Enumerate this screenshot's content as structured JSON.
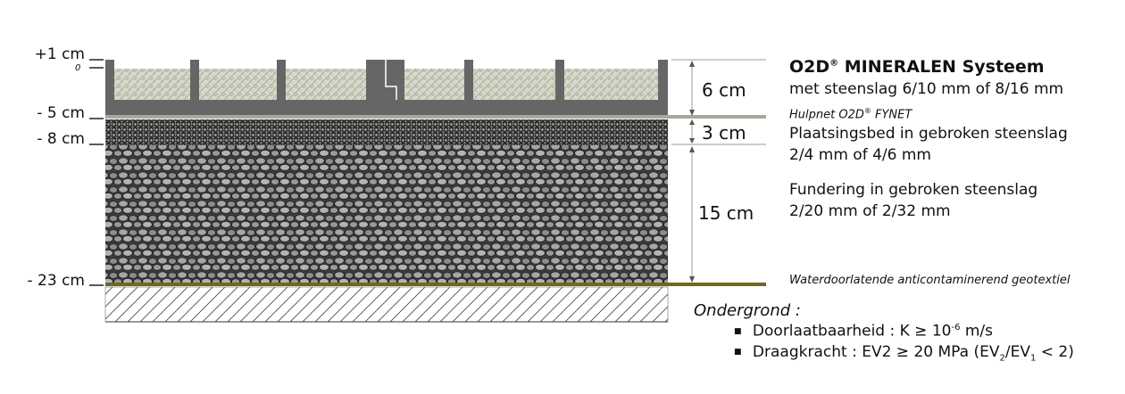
{
  "levels": {
    "plus1": "+1 cm",
    "zero": "0",
    "minus5": "- 5 cm",
    "minus8": "- 8 cm",
    "minus23": "- 23 cm"
  },
  "thickness": {
    "top": "6 cm",
    "bed": "3 cm",
    "foundation": "15 cm"
  },
  "system": {
    "title_main": "O2D",
    "title_reg": "®",
    "title_rest": " MINERALEN Systeem",
    "subtitle": "met steenslag 6/10 mm of 8/16 mm"
  },
  "net": {
    "label_main": "Hulpnet O2D",
    "label_reg": "®",
    "label_rest": " FYNET"
  },
  "bed": {
    "line1": "Plaatsingsbed in gebroken steenslag",
    "line2": "2/4 mm of 4/6 mm"
  },
  "foundation": {
    "line1": "Fundering in gebroken steenslag",
    "line2": "2/20 mm of 2/32 mm"
  },
  "geotextile": "Waterdoorlatende anticontaminerend geotextiel",
  "subsoil": {
    "title": "Ondergrond :",
    "perm_label": "Doorlaatbaarheid : K ≥ 10",
    "perm_exp": "-6",
    "perm_unit": " m/s",
    "bearing_label": "Draagkracht : EV",
    "bearing_sub": "2",
    "bearing_val": " ≥ 20 MPa  (EV",
    "bearing_sub2": "2",
    "bearing_mid": "/EV",
    "bearing_sub3": "1",
    "bearing_end": " < 2)"
  },
  "colors": {
    "plate": "#666666",
    "gravel_fill": "#d9d9cc",
    "net": "#a8a89a",
    "geotextile": "#6b6b1a",
    "bed": "#3a3a3a",
    "stone": "#9a9a9a"
  }
}
